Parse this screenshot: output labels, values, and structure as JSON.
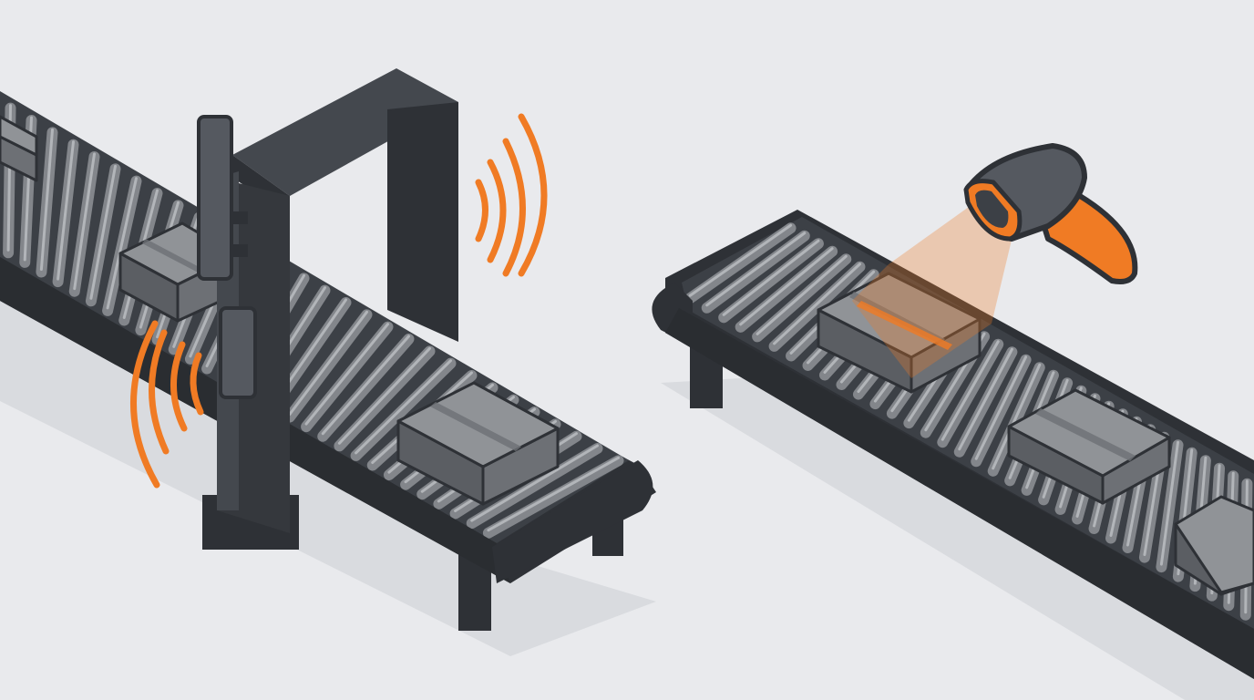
{
  "scene": {
    "subject": "rfid-vs-barcode-conveyors",
    "colors": {
      "background": "#e9eaed",
      "frame": "#2e3136",
      "frame_light": "#44484e",
      "roller": "#83868b",
      "roller_highlight": "#b2b5b9",
      "box_top": "#909397",
      "box_side": "#6d7075",
      "box_front": "#5b5e63",
      "accent": "#f07b24",
      "shadow": "#d6d8dc"
    },
    "icons": {
      "rfid_portal": "rfid-gate-icon",
      "rfid_waves": "radio-waves-icon",
      "scanner": "barcode-scanner-icon"
    },
    "left_conveyor": {
      "roller_count": 30,
      "box_count": 3
    },
    "right_conveyor": {
      "roller_count": 34,
      "box_count": 3
    }
  }
}
